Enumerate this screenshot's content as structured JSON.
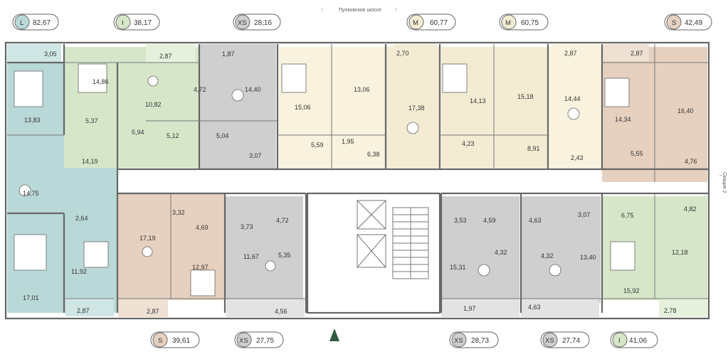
{
  "street_label": "Пулковское шоссе",
  "section_label": "Секция 2",
  "colors": {
    "L": "#b9d9d8",
    "S": "#e6d0bf",
    "I": "#d6e7c9",
    "XS": "#cfcfcf",
    "M": "#f3ecd3",
    "light_L": "#cfe6e4",
    "light_I": "#e6f1dd",
    "light_XS": "#e3e3e3",
    "light_S": "#efe0d4",
    "light_M": "#f8f2de",
    "north_arrow": "#2f5a3f"
  },
  "badges": [
    {
      "type": "L",
      "area": "82,67",
      "color": "#b9d9d8"
    },
    {
      "type": "I",
      "area": "38,17",
      "color": "#d6e7c9"
    },
    {
      "type": "XS",
      "area": "28,16",
      "color": "#cfcfcf"
    },
    {
      "type": "M",
      "area": "60,77",
      "color": "#f3ecd3"
    },
    {
      "type": "M",
      "area": "60,75",
      "color": "#f3ecd3"
    },
    {
      "type": "S",
      "area": "42,49",
      "color": "#e6d0bf"
    },
    {
      "type": "S",
      "area": "39,61",
      "color": "#e6d0bf"
    },
    {
      "type": "XS",
      "area": "27,75",
      "color": "#cfcfcf"
    },
    {
      "type": "XS",
      "area": "28,73",
      "color": "#cfcfcf"
    },
    {
      "type": "XS",
      "area": "27,74",
      "color": "#cfcfcf"
    },
    {
      "type": "I",
      "area": "41,06",
      "color": "#d6e7c9"
    }
  ],
  "rooms": [
    "3,05",
    "14,86",
    "2,87",
    "1,87",
    "2,70",
    "2,87",
    "2,87",
    "13,83",
    "10,82",
    "4,72",
    "14,40",
    "15,06",
    "13,06",
    "17,38",
    "14,13",
    "15,18",
    "14,44",
    "14,34",
    "16,40",
    "5,37",
    "5,94",
    "5,12",
    "5,04",
    "5,59",
    "1,95",
    "6,38",
    "4,23",
    "8,91",
    "2,43",
    "5,55",
    "4,76",
    "14,19",
    "3,07",
    "14,75",
    "2,64",
    "3,32",
    "17,19",
    "4,69",
    "3,73",
    "4,72",
    "5,35",
    "3,53",
    "4,59",
    "4,63",
    "3,07",
    "6,75",
    "4,82",
    "11,92",
    "12,97",
    "11,67",
    "4,32",
    "15,31",
    "4,32",
    "13,40",
    "12,18",
    "17,01",
    "15,92",
    "2,87",
    "2,87",
    "4,56",
    "1,97",
    "4,63",
    "2,78"
  ]
}
